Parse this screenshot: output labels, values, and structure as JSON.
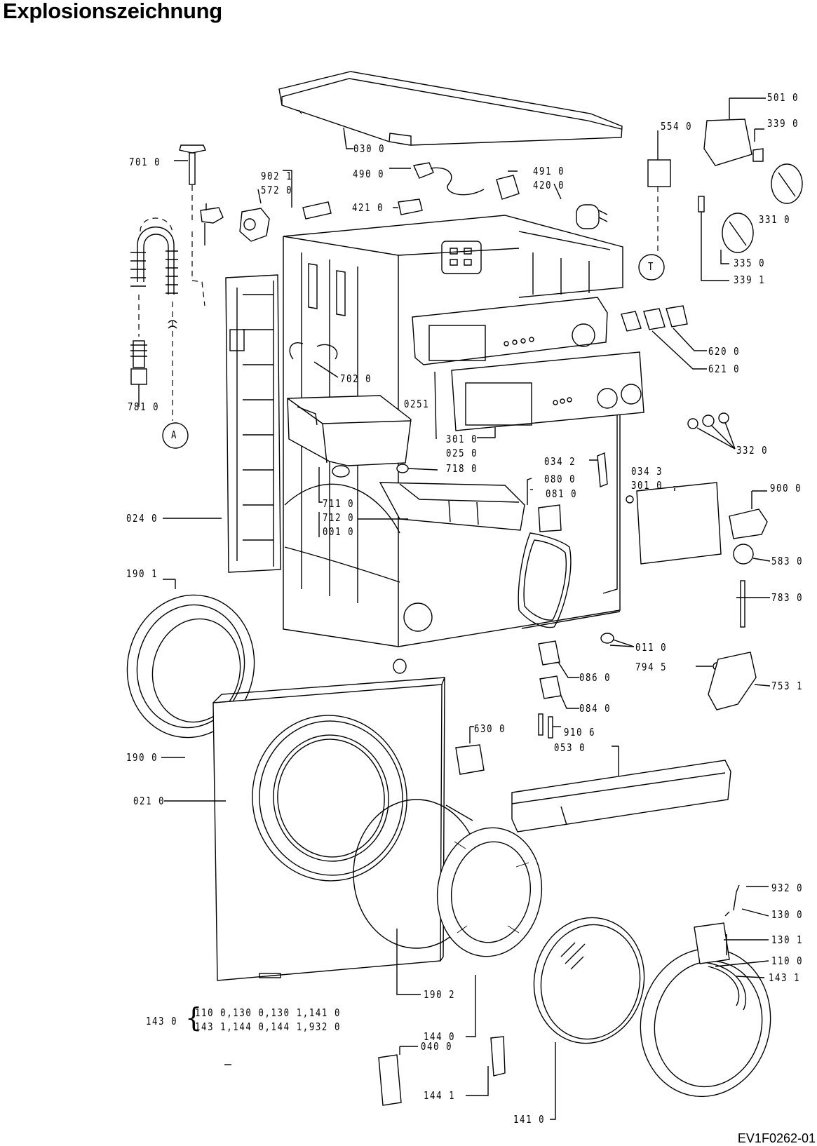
{
  "header": {
    "title": "Explosionszeichnung"
  },
  "footer": {
    "document_id": "EV1F0262-01"
  },
  "callouts": {
    "c030": "030 0",
    "c490": "490 0",
    "c421": "421 0",
    "c491": "491 0",
    "c420": "420 0",
    "c902": "902 1",
    "c572": "572 0",
    "c701": "701 0",
    "c554": "554 0",
    "c501": "501 0",
    "c339a": "339 0",
    "c331": "331 0",
    "c335": "335 0",
    "c339b": "339 1",
    "c620": "620 0",
    "c621": "621 0",
    "c702": "702 0",
    "c0251": "0251",
    "c781": "781 0",
    "c301a": "301 0",
    "c025": "025 0",
    "c718": "718 0",
    "c332": "332 0",
    "c034a": "034 2",
    "c080": "080 0",
    "c081": "081 0",
    "c034b": "034 3",
    "c301b": "301 0",
    "c900": "900 0",
    "c711": "711 0",
    "c712": "712 0",
    "c001": "001 0",
    "c024": "024 0",
    "c583": "583 0",
    "c783": "783 0",
    "c190a": "190 1",
    "c011": "011 0",
    "c794": "794 5",
    "c086": "086 0",
    "c753": "753 1",
    "c084": "084 0",
    "c630": "630 0",
    "c910": "910 6",
    "c053": "053 0",
    "c190b": "190 0",
    "c021": "021 0",
    "c932": "932 0",
    "c130a": "130 0",
    "c130b": "130 1",
    "c110": "110 0",
    "c143b": "143 1",
    "c190c": "190 2",
    "c040": "040 0",
    "c144a": "144 0",
    "c144b": "144 1",
    "c141": "141 0"
  },
  "set_note": {
    "label": "143 0",
    "line1": "110 0,130 0,130 1,141 0",
    "line2": "143 1,144 0,144 1,932 0"
  },
  "markers": {
    "a": "A",
    "t": "T"
  }
}
